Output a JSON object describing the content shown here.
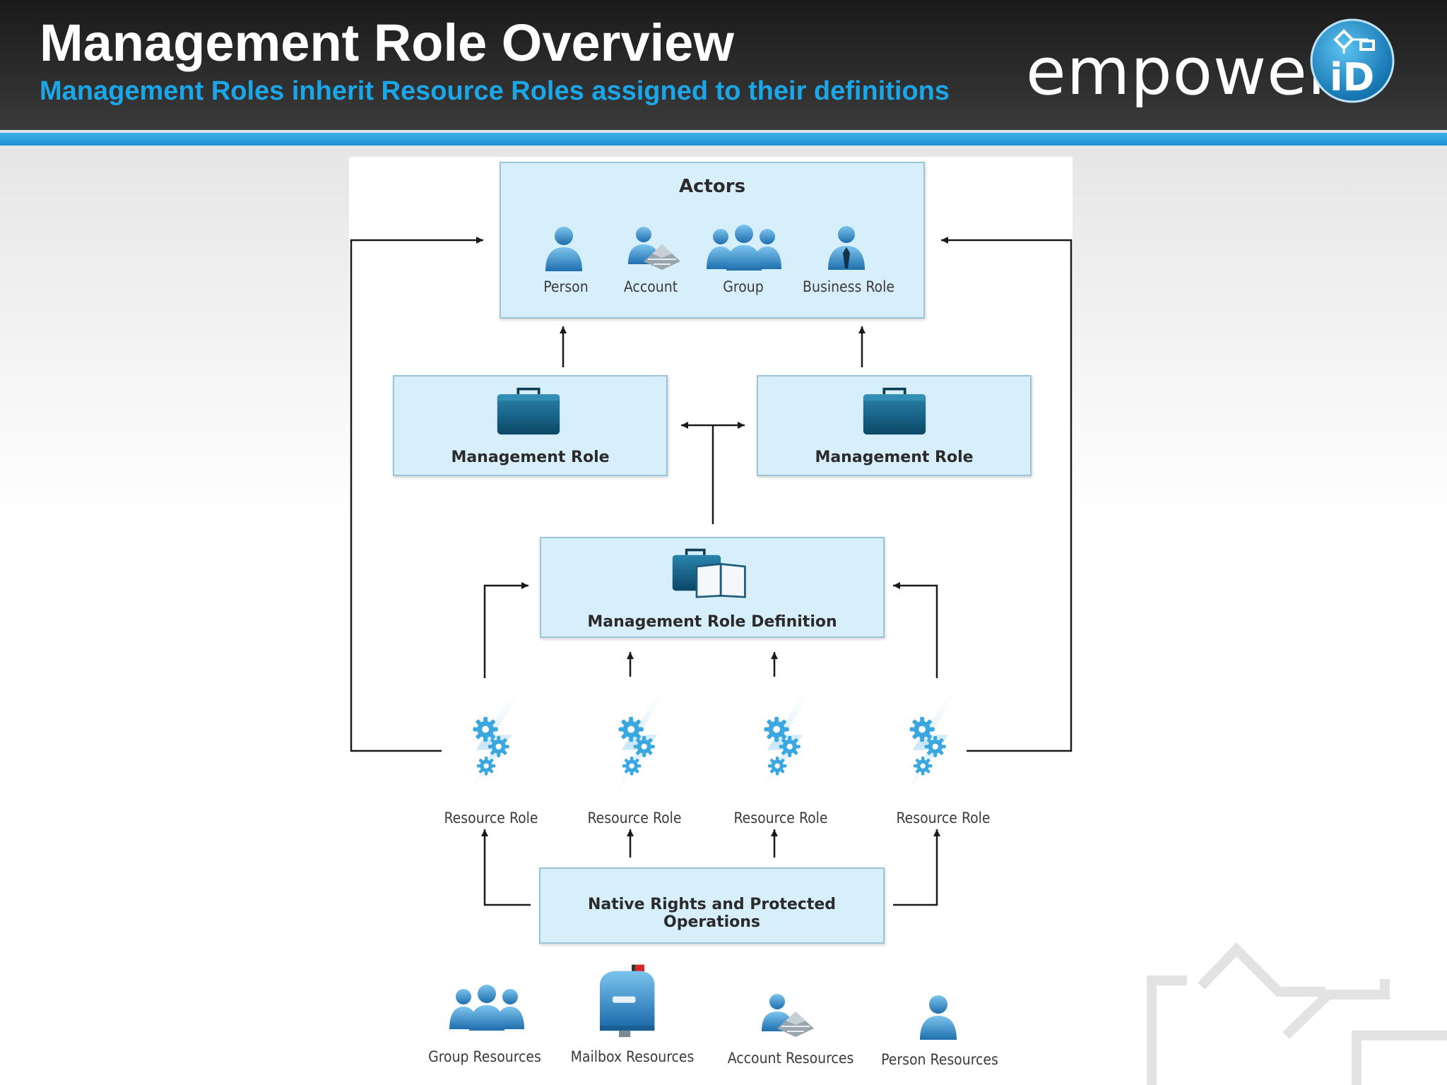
{
  "header": {
    "title": "Management Role Overview",
    "subtitle": "Management Roles inherit Resource Roles assigned to their definitions",
    "logo_text": "empower",
    "logo_badge_text": "iD"
  },
  "colors": {
    "accent": "#1ba6e8",
    "box_fill": "#d7eefb",
    "icon_blue": "#2f86c4",
    "briefcase": "#0f5a80"
  },
  "diagram": {
    "actors": {
      "title": "Actors",
      "items": [
        {
          "label": "Person",
          "icon": "person-icon"
        },
        {
          "label": "Account",
          "icon": "account-icon"
        },
        {
          "label": "Group",
          "icon": "group-icon"
        },
        {
          "label": "Business Role",
          "icon": "business-role-icon"
        }
      ]
    },
    "management_roles": [
      {
        "label": "Management Role",
        "icon": "briefcase-icon"
      },
      {
        "label": "Management Role",
        "icon": "briefcase-icon"
      }
    ],
    "definition": {
      "label": "Management Role Definition",
      "icon": "briefcase-book-icon"
    },
    "resource_roles": [
      {
        "label": "Resource Role",
        "icon": "gear-lightning-icon"
      },
      {
        "label": "Resource Role",
        "icon": "gear-lightning-icon"
      },
      {
        "label": "Resource Role",
        "icon": "gear-lightning-icon"
      },
      {
        "label": "Resource Role",
        "icon": "gear-lightning-icon"
      }
    ],
    "native_rights": {
      "label": "Native Rights and Protected Operations"
    },
    "resources": [
      {
        "label": "Group Resources",
        "icon": "group-icon"
      },
      {
        "label": "Mailbox Resources",
        "icon": "mailbox-icon"
      },
      {
        "label": "Account Resources",
        "icon": "account-icon"
      },
      {
        "label": "Person Resources",
        "icon": "person-icon"
      }
    ]
  }
}
